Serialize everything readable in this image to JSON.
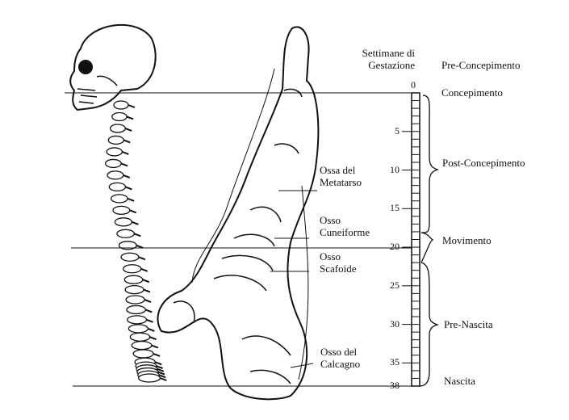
{
  "scale_header": [
    "Settimane di",
    "Gestazione"
  ],
  "weeks": [
    0,
    5,
    10,
    15,
    20,
    25,
    30,
    35,
    38
  ],
  "total_weeks": 38,
  "stages": {
    "pre": "Pre-Concepimento",
    "concept": "Concepimento",
    "post": "Post-Concepimento",
    "move": "Movimento",
    "prebirth": "Pre-Nascita",
    "birth": "Nascita"
  },
  "bone_labels": {
    "metatarso": [
      "Ossa del",
      "Metatarso"
    ],
    "cuneiforme": [
      "Osso",
      "Cuneiforme"
    ],
    "scafoide": [
      "Osso",
      "Scafoide"
    ],
    "calcagno": [
      "Osso del",
      "Calcagno"
    ]
  }
}
